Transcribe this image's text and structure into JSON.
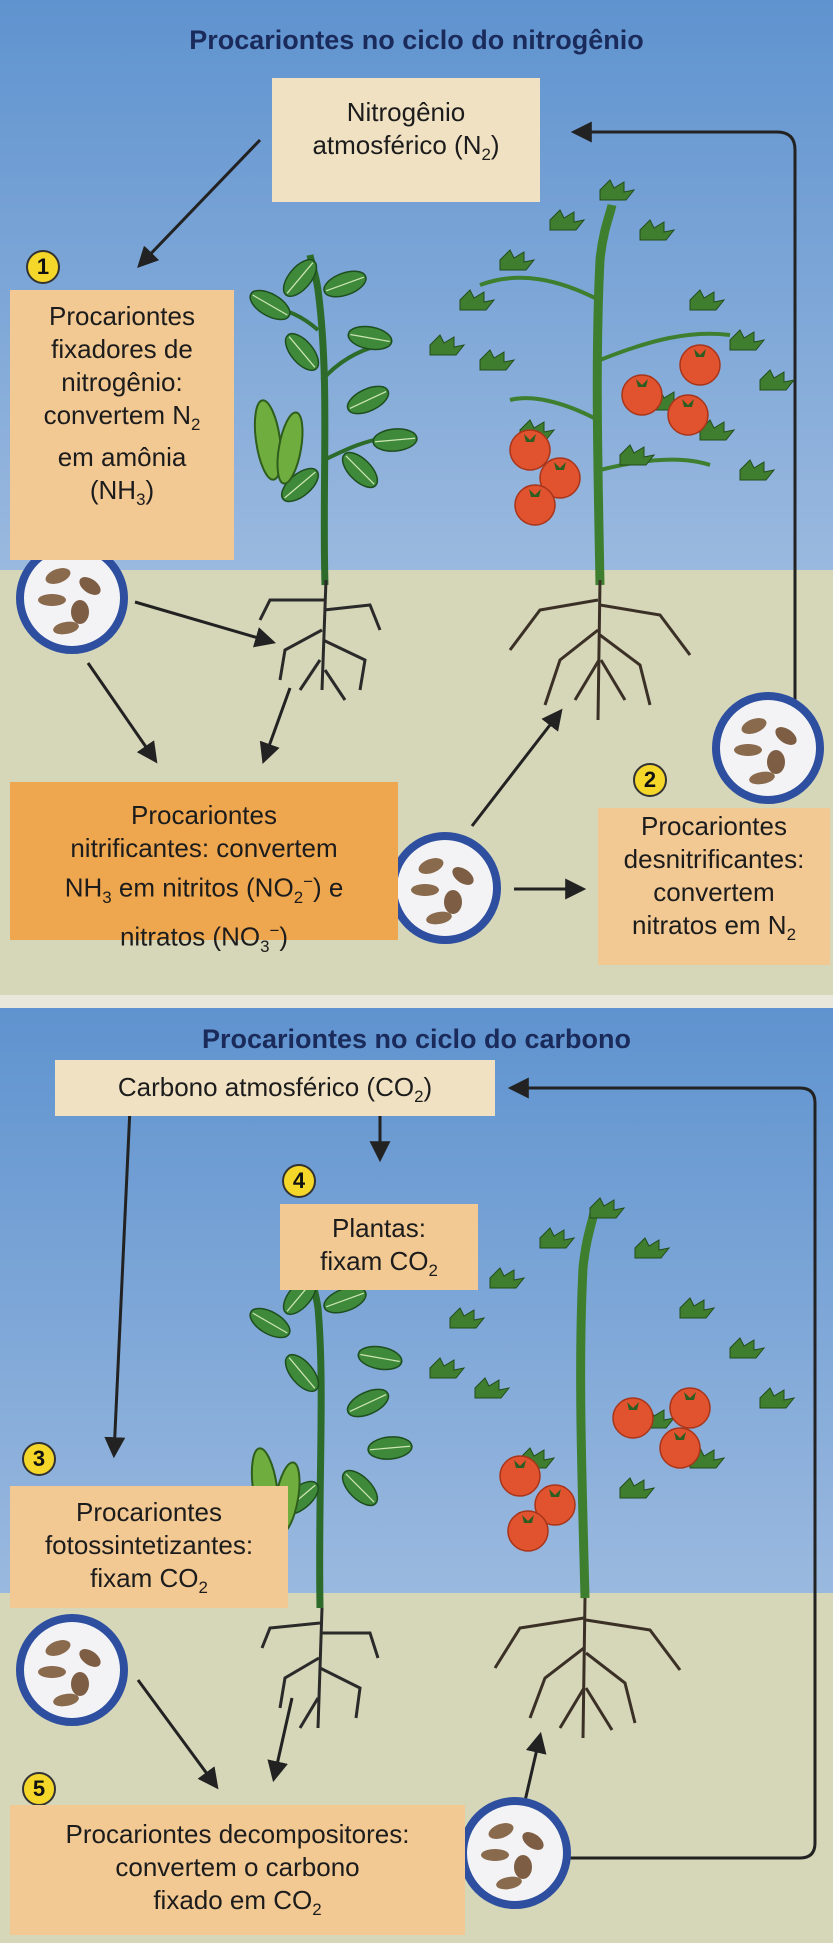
{
  "panel1": {
    "title": "Procariontes no ciclo do nitrogênio",
    "atmos": {
      "line1": "Nitrogênio",
      "line2_pre": "atmosférico (N",
      "line2_sub": "2",
      "line2_post": ")"
    },
    "step1": {
      "number": "1",
      "line1": "Procariontes",
      "line2": "fixadores de",
      "line3": "nitrogênio:",
      "line4_pre": "convertem N",
      "line4_sub": "2",
      "line5": "em amônia",
      "line6_pre": "(NH",
      "line6_sub": "3",
      "line6_post": ")"
    },
    "nitrif": {
      "line1": "Procariontes",
      "line2": "nitrificantes: convertem",
      "line3_a": "NH",
      "line3_sub1": "3",
      "line3_b": " em nitritos (NO",
      "line3_sub2": "2",
      "line3_sup2": "−",
      "line3_c": ") e",
      "line4_a": "nitratos (NO",
      "line4_sub": "3",
      "line4_sup": "−",
      "line4_b": ")"
    },
    "step2": {
      "number": "2",
      "line1": "Procariontes",
      "line2": "desnitrificantes:",
      "line3": "convertem",
      "line4_pre": "nitratos em N",
      "line4_sub": "2"
    }
  },
  "panel2": {
    "title": "Procariontes no ciclo do carbono",
    "atmos": {
      "pre": "Carbono atmosférico (CO",
      "sub": "2",
      "post": ")"
    },
    "step4": {
      "number": "4",
      "line1": "Plantas:",
      "line2_pre": "fixam CO",
      "line2_sub": "2"
    },
    "step3": {
      "number": "3",
      "line1": "Procariontes",
      "line2": "fotossintetizantes:",
      "line3_pre": "fixam CO",
      "line3_sub": "2"
    },
    "step5": {
      "number": "5",
      "line1": "Procariontes decompositores:",
      "line2": "convertem o carbono",
      "line3_pre": "fixado em CO",
      "line3_sub": "2"
    }
  },
  "colors": {
    "sky": "#7fa6d6",
    "soil": "#d6d6b8",
    "title": "#1a2a5a",
    "box_beige": "#f0e1c2",
    "box_peach": "#f2c893",
    "box_orange": "#efa74f",
    "badge": "#f5d72a",
    "microbe_ring": "#2e4fa0",
    "tomato": "#e0532e",
    "leaf": "#3e8a3a"
  },
  "icons": [
    "arrow-icon",
    "microbe-circle-icon",
    "bean-plant-icon",
    "tomato-plant-icon",
    "roots-icon"
  ]
}
